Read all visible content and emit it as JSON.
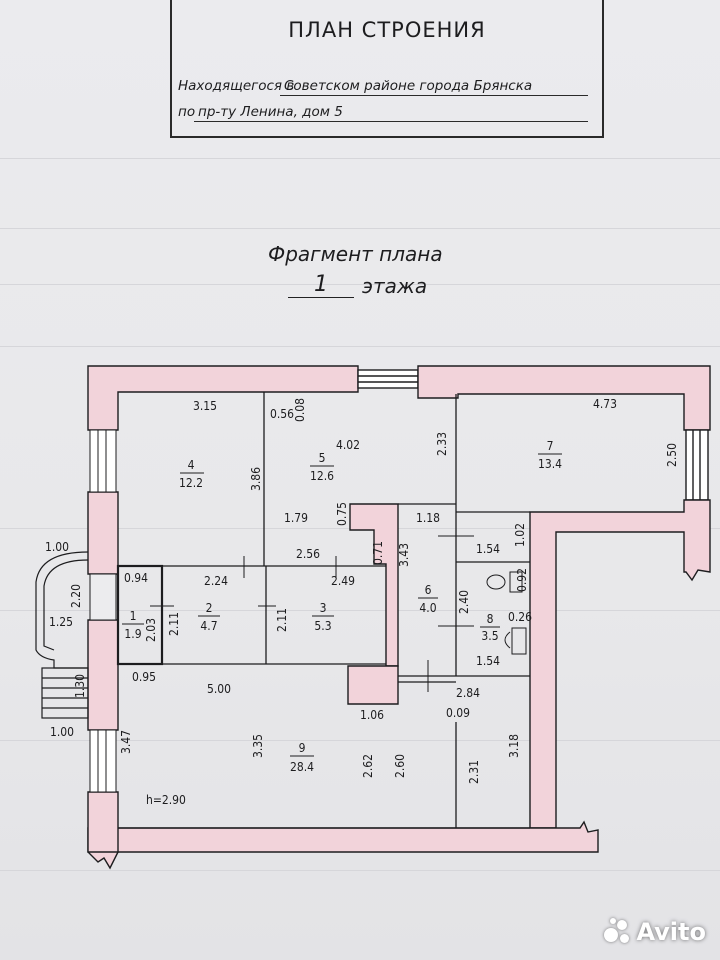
{
  "header": {
    "title": "ПЛАН СТРОЕНИЯ",
    "line1_prefix": "Находящегося в",
    "line1_value": "Советском районе города Брянска",
    "line2_prefix": "по",
    "line2_value": "пр-ту Ленина, дом 5"
  },
  "fragment": {
    "title": "Фрагмент плана",
    "floor_number": "1",
    "floor_word": "этажа"
  },
  "rooms": [
    {
      "number": "1",
      "area": "1.9"
    },
    {
      "number": "2",
      "area": "4.7"
    },
    {
      "number": "3",
      "area": "5.3"
    },
    {
      "number": "4",
      "area": "12.2"
    },
    {
      "number": "5",
      "area": "12.6"
    },
    {
      "number": "6",
      "area": "4.0"
    },
    {
      "number": "7",
      "area": "13.4"
    },
    {
      "number": "8",
      "area": "3.5"
    },
    {
      "number": "9",
      "area": "28.4"
    }
  ],
  "ceiling_height": "h=2.90",
  "dims": {
    "d_3_15": "3.15",
    "d_0_56": "0.56",
    "d_0_08": "0.08",
    "d_4_02": "4.02",
    "d_2_33": "2.33",
    "d_4_73": "4.73",
    "d_2_50": "2.50",
    "d_3_86": "3.86",
    "d_1_79": "1.79",
    "d_0_75": "0.75",
    "d_1_18": "1.18",
    "d_1_02": "1.02",
    "d_3_43": "3.43",
    "d_1_54a": "1.54",
    "d_1_54b": "1.54",
    "d_0_92": "0.92",
    "d_0_26": "0.26",
    "d_2_40": "2.40",
    "d_2_56": "2.56",
    "d_0_71": "0.71",
    "d_0_94": "0.94",
    "d_2_24": "2.24",
    "d_2_49": "2.49",
    "d_2_11a": "2.11",
    "d_2_11b": "2.11",
    "d_2_03": "2.03",
    "d_0_95": "0.95",
    "d_1_00a": "1.00",
    "d_1_00b": "1.00",
    "d_2_20": "2.20",
    "d_1_25": "1.25",
    "d_1_30": "1.30",
    "d_5_00": "5.00",
    "d_1_06": "1.06",
    "d_2_84": "2.84",
    "d_0_09": "0.09",
    "d_3_47": "3.47",
    "d_3_35": "3.35",
    "d_2_62": "2.62",
    "d_2_60": "2.60",
    "d_2_31": "2.31",
    "d_3_18": "3.18"
  },
  "watermark": "Avito",
  "colors": {
    "wall_fill": "#f2d3da",
    "line": "#1d1d1f",
    "paper": "#ececee"
  }
}
